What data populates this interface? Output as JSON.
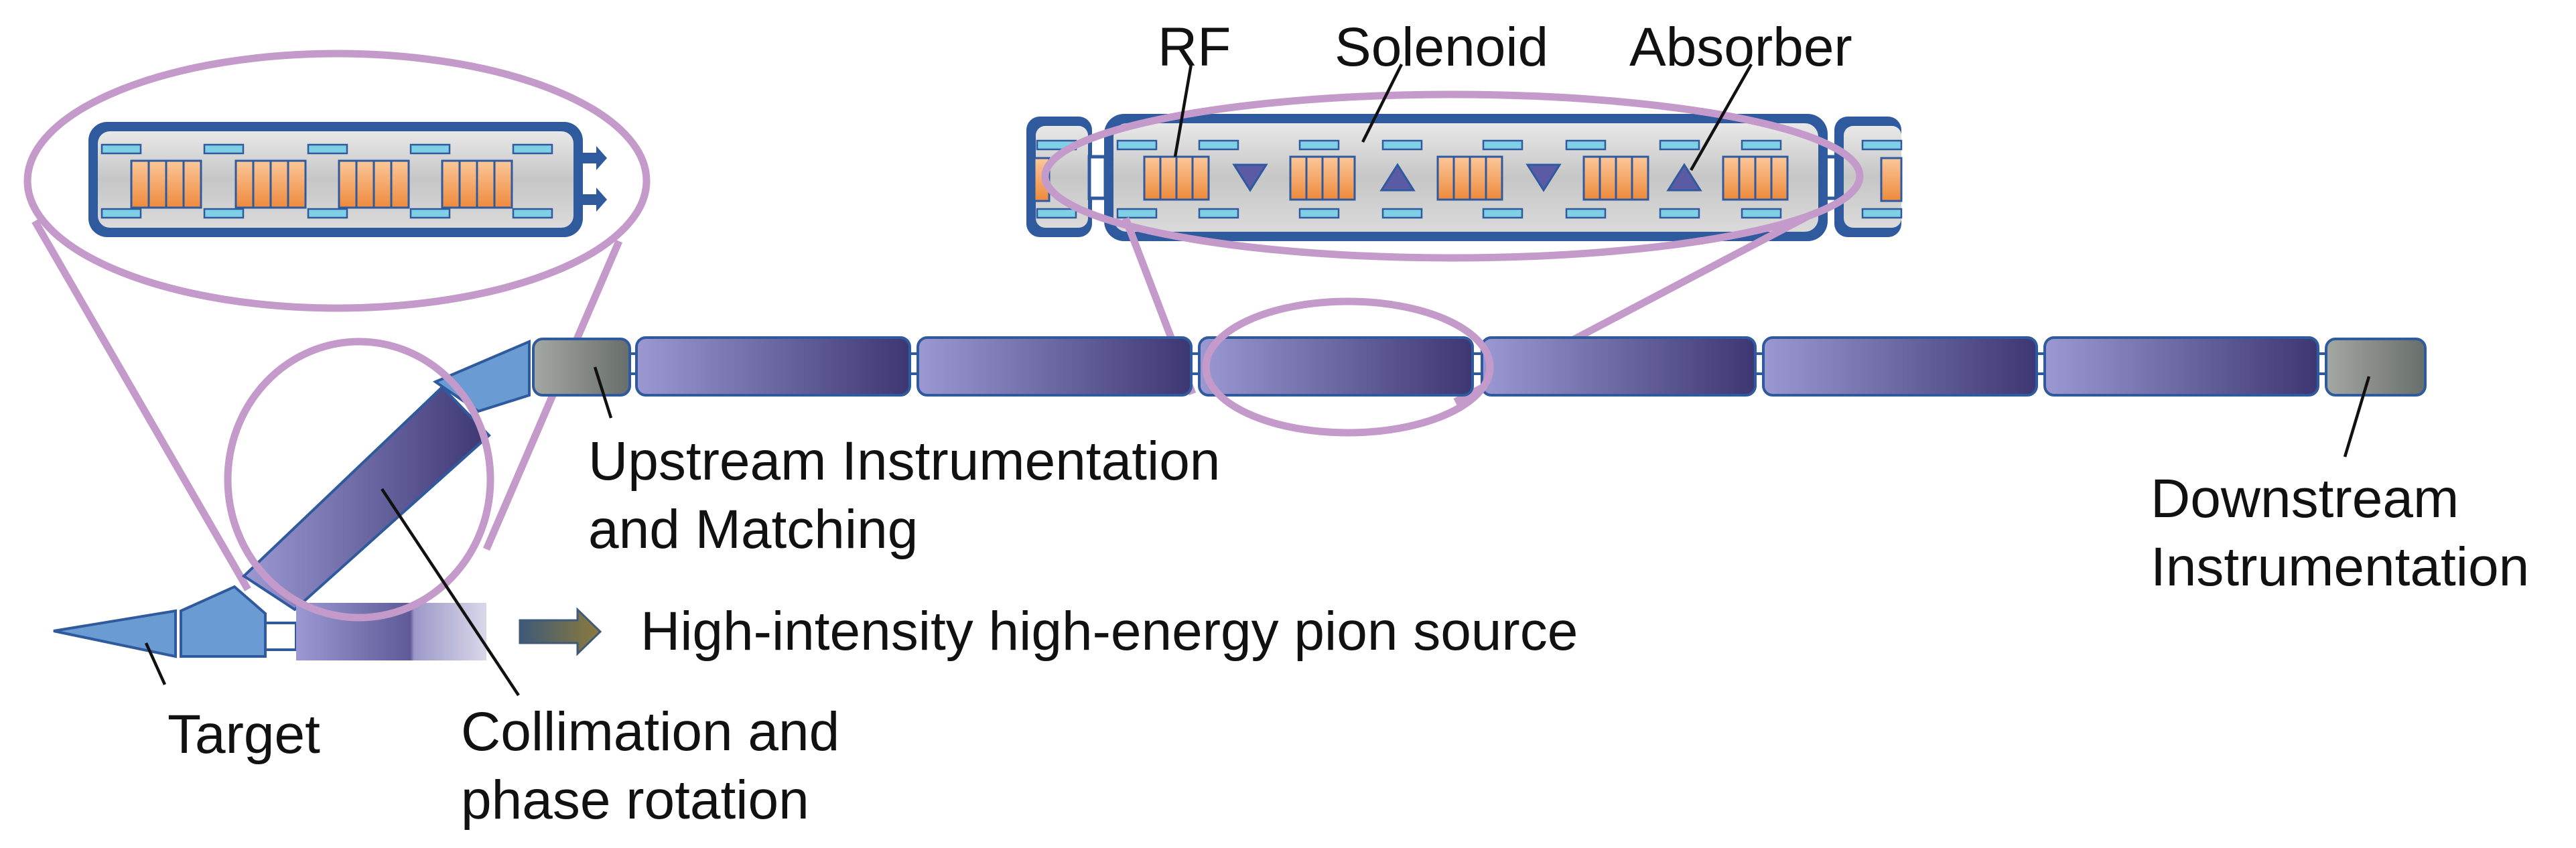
{
  "labels": {
    "rf": "RF",
    "solenoid": "Solenoid",
    "absorber": "Absorber",
    "upstream_line1": "Upstream Instrumentation",
    "upstream_line2": "and Matching",
    "downstream_line1": "Downstream",
    "downstream_line2": "Instrumentation",
    "pion_source": "High-intensity high-energy pion source",
    "target": "Target",
    "collimation_line1": "Collimation and",
    "collimation_line2": "phase rotation"
  },
  "colors": {
    "module_light": "#9b98d2",
    "module_dark": "#3c3773",
    "module_border": "#2f5a9e",
    "instrument_light": "#a3a8a3",
    "instrument_dark": "#686e6b",
    "horn_fill": "#6a9bd3",
    "rf_cavity": "#f4a05c",
    "solenoid_coil": "#7fd0e6",
    "absorber": "#5a5aa5",
    "zoom_ring": "#c49acb",
    "cell_background": "#cfcfcf",
    "arrow": "#4a5f74"
  },
  "icons": {
    "absorber_up": "triangle-up-icon",
    "absorber_down": "triangle-down-icon",
    "beam_arrow": "arrow-right-icon"
  }
}
